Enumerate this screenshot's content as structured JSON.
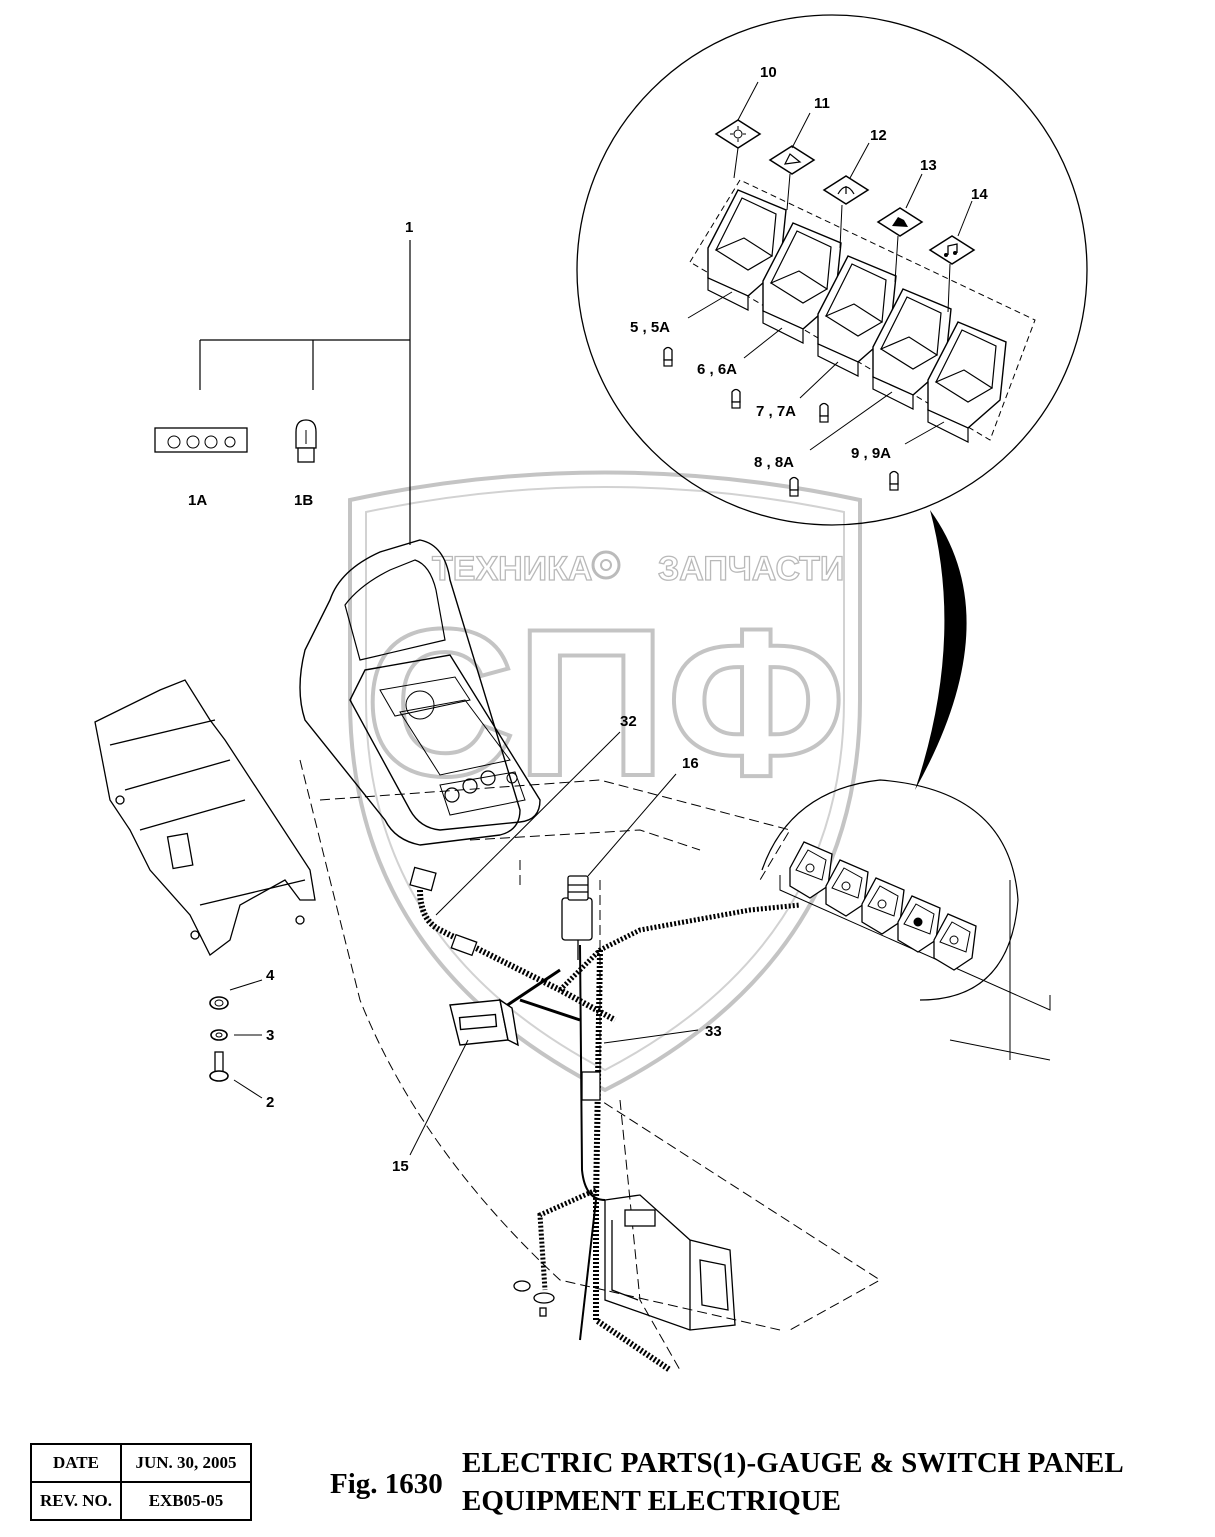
{
  "watermark": {
    "left_text": "ТЕХНИКА",
    "right_text": "ЗАПЧАСТИ",
    "logo_text": "СПФ"
  },
  "callouts": {
    "c1": "1",
    "c1a": "1A",
    "c1b": "1B",
    "c2": "2",
    "c3": "3",
    "c4": "4",
    "c5": "5 , 5A",
    "c6": "6 , 6A",
    "c7": "7 , 7A",
    "c8": "8 , 8A",
    "c9": "9 , 9A",
    "c10": "10",
    "c11": "11",
    "c12": "12",
    "c13": "13",
    "c14": "14",
    "c15": "15",
    "c16": "16",
    "c32": "32",
    "c33": "33"
  },
  "stamp": {
    "date_label": "DATE",
    "date_value": "JUN. 30, 2005",
    "rev_label": "REV. NO.",
    "rev_value": "EXB05-05"
  },
  "figure": {
    "number": "Fig. 1630",
    "title_en": "ELECTRIC PARTS(1)-GAUGE & SWITCH PANEL",
    "title_fr": "EQUIPMENT ELECTRIQUE"
  },
  "icons": [
    "work-light-icon",
    "wiper-icon",
    "washer-icon",
    "swing-lock-icon",
    "horn-icon"
  ]
}
